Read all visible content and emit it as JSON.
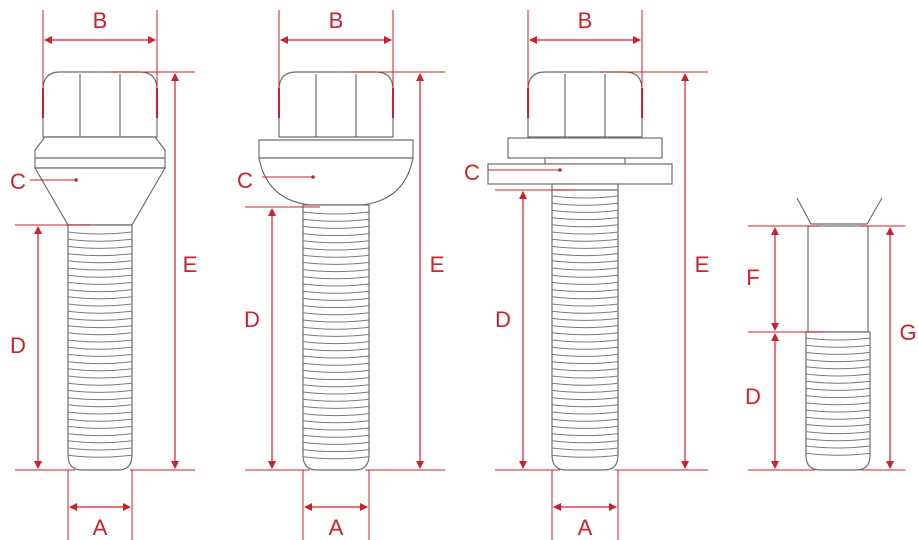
{
  "labels": {
    "A": "A",
    "B": "B",
    "C": "C",
    "D": "D",
    "E": "E",
    "F": "F",
    "G": "G"
  },
  "colors": {
    "dimension": "#d0202a",
    "outline": "#6e6e6e"
  },
  "bolts": [
    {
      "id": "bolt-1",
      "type": "conical-seat",
      "labels": [
        "A",
        "B",
        "C",
        "D",
        "E"
      ]
    },
    {
      "id": "bolt-2",
      "type": "radius-seat",
      "labels": [
        "A",
        "B",
        "C",
        "D",
        "E"
      ]
    },
    {
      "id": "bolt-3",
      "type": "flat-seat-with-washer",
      "labels": [
        "A",
        "B",
        "C",
        "D",
        "E"
      ]
    },
    {
      "id": "bolt-4",
      "type": "shank-detail",
      "labels": [
        "D",
        "F",
        "G"
      ]
    }
  ]
}
